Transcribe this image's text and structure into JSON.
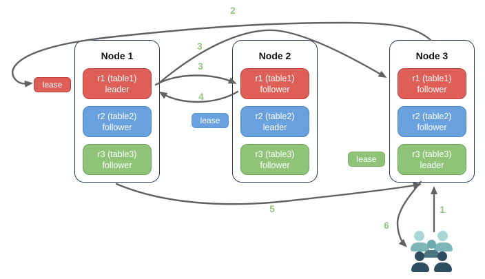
{
  "diagram": {
    "nodes": [
      {
        "title": "Node 1",
        "replicas": [
          {
            "name": "r1 (table1)",
            "role": "leader"
          },
          {
            "name": "r2 (table2)",
            "role": "follower"
          },
          {
            "name": "r3 (table3)",
            "role": "follower"
          }
        ]
      },
      {
        "title": "Node 2",
        "replicas": [
          {
            "name": "r1 (table1)",
            "role": "follower"
          },
          {
            "name": "r2 (table2)",
            "role": "leader"
          },
          {
            "name": "r3 (table3)",
            "role": "follower"
          }
        ]
      },
      {
        "title": "Node 3",
        "replicas": [
          {
            "name": "r1 (table1)",
            "role": "follower"
          },
          {
            "name": "r2 (table2)",
            "role": "follower"
          },
          {
            "name": "r3 (table3)",
            "role": "leader"
          }
        ]
      }
    ],
    "leases": [
      {
        "id": "lease-red",
        "label": "lease"
      },
      {
        "id": "lease-blue",
        "label": "lease"
      },
      {
        "id": "lease-green",
        "label": "lease"
      }
    ],
    "steps": {
      "s1": "1",
      "s2": "2",
      "s3a": "3",
      "s3b": "3",
      "s4": "4",
      "s5": "5",
      "s6": "6"
    },
    "icons": {
      "users": "users-group-icon"
    },
    "colors": {
      "replica_red": "#dd5f58",
      "replica_red_border": "#c2403a",
      "replica_blue": "#68a1dd",
      "replica_blue_border": "#4a86c8",
      "replica_green": "#8fc377",
      "replica_green_border": "#6ea254",
      "node_border": "#26364e",
      "arrow": "#616161",
      "step_label": "#93c47d"
    }
  }
}
